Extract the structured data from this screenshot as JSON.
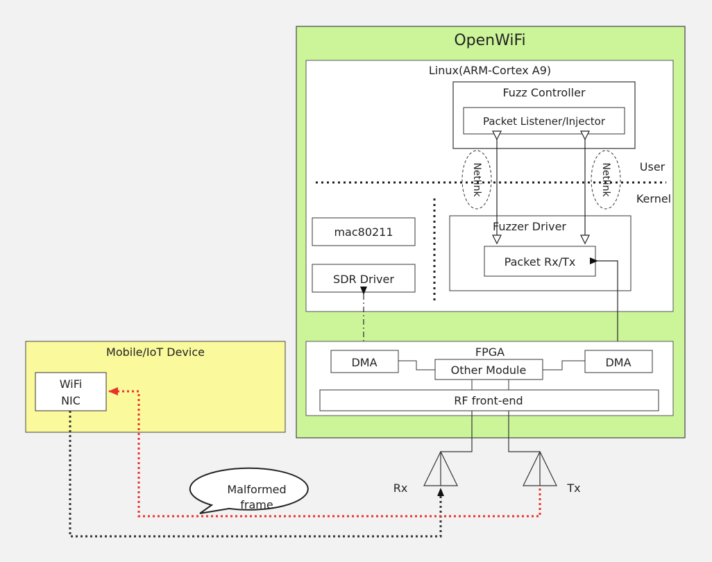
{
  "openwifi": {
    "title": "OpenWiFi",
    "linux": {
      "title": "Linux(ARM-Cortex A9)",
      "fuzz_controller": "Fuzz Controller",
      "packet_listener": "Packet Listener/Injector",
      "netlink_left": "Netlink",
      "netlink_right": "Netlink",
      "user_label": "User",
      "kernel_label": "Kernel",
      "mac80211": "mac80211",
      "sdr_driver": "SDR Driver",
      "fuzzer_driver": "Fuzzer Driver",
      "packet_rxtx": "Packet Rx/Tx"
    },
    "fpga": {
      "title": "FPGA",
      "dma_left": "DMA",
      "dma_right": "DMA",
      "other_module": "Other Module",
      "rf_frontend": "RF front-end"
    }
  },
  "antennas": {
    "rx": "Rx",
    "tx": "Tx"
  },
  "device": {
    "title": "Mobile/IoT Device",
    "nic_line1": "WiFi",
    "nic_line2": "NIC"
  },
  "callout": {
    "line1": "Malformed",
    "line2": "frame"
  },
  "colors": {
    "openwifi_fill": "#ccf59a",
    "device_fill": "#fafa9c",
    "red_link": "#e8332c",
    "dark_link": "#333333"
  }
}
